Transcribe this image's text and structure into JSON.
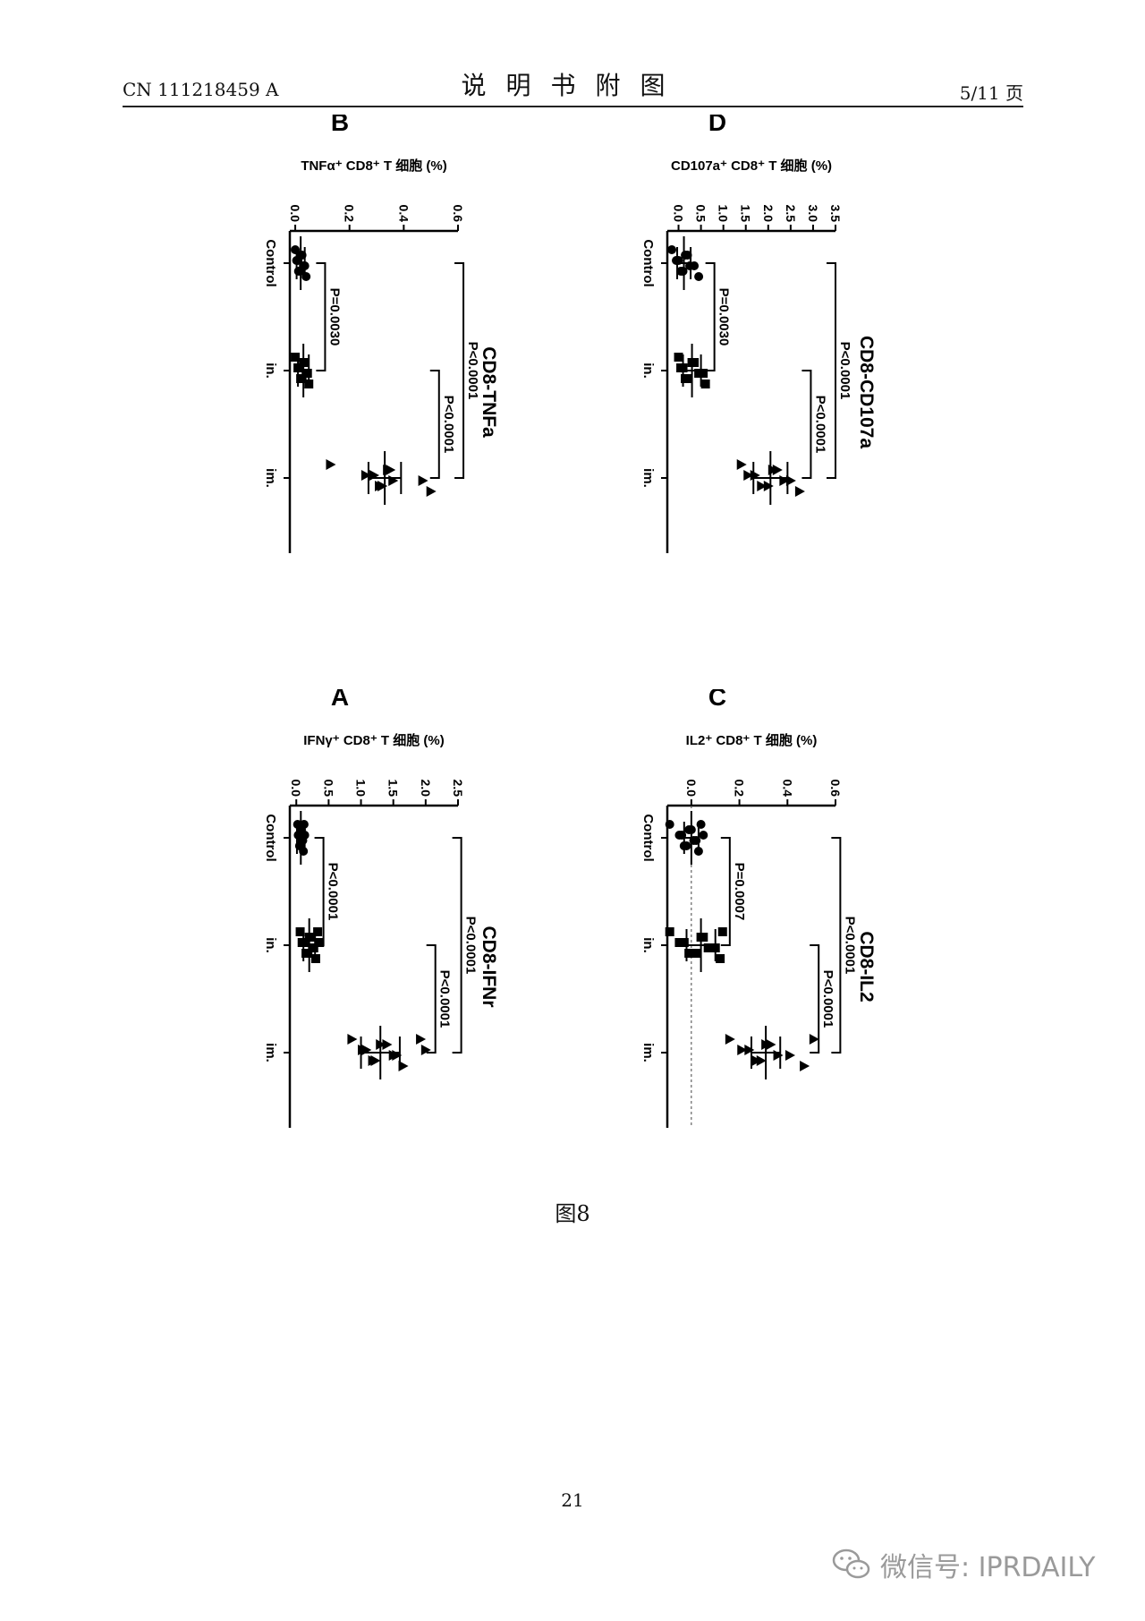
{
  "header": {
    "doc_number": "CN 111218459 A",
    "title": "说明书附图",
    "page_of": "5/11 页"
  },
  "caption": "图8",
  "page_number": "21",
  "watermark": {
    "text": "微信号: IPRDAILY",
    "icon": "wechat-icon",
    "color": "#9a9a9a"
  },
  "chart_data": [
    {
      "panel": "A",
      "type": "scatter",
      "title": "CD8-IFNr",
      "ylabel": "IFNγ⁺ CD8⁺ T 细胞 (%)",
      "ylim": [
        -0.1,
        2.5
      ],
      "yticks": [
        0.0,
        0.5,
        1.0,
        1.5,
        2.0,
        2.5
      ],
      "ytick_labels": [
        "0.0",
        "0.5",
        "1.0",
        "1.5",
        "2.0",
        "2.5"
      ],
      "categories": [
        "Control",
        "in.",
        "im."
      ],
      "zero_line": false,
      "series": [
        {
          "category": "Control",
          "marker": "circle",
          "values": [
            0.02,
            0.03,
            0.04,
            0.05,
            0.06,
            0.07,
            0.08,
            0.09,
            0.1,
            0.11,
            0.12,
            0.13
          ],
          "mean": 0.07,
          "sd": 0.06
        },
        {
          "category": "in.",
          "marker": "square",
          "values": [
            0.06,
            0.09,
            0.12,
            0.15,
            0.18,
            0.2,
            0.22,
            0.25,
            0.27,
            0.3,
            0.33,
            0.36
          ],
          "mean": 0.2,
          "sd": 0.09
        },
        {
          "category": "im.",
          "marker": "triangle",
          "values": [
            0.86,
            1.02,
            1.08,
            1.18,
            1.22,
            1.3,
            1.4,
            1.5,
            1.55,
            1.65,
            1.92,
            2.0
          ],
          "mean": 1.3,
          "sd": 0.3
        }
      ],
      "comparisons": [
        {
          "from": "Control",
          "to": "in.",
          "label": "P<0.0001",
          "level": 0.42
        },
        {
          "from": "in.",
          "to": "im.",
          "label": "P<0.0001",
          "level": 2.15
        },
        {
          "from": "Control",
          "to": "im.",
          "label": "P<0.0001",
          "level": 2.55
        }
      ]
    },
    {
      "panel": "B",
      "type": "scatter",
      "title": "CD8-TNFa",
      "ylabel": "TNFα⁺ CD8⁺ T 细胞 (%)",
      "ylim": [
        -0.02,
        0.6
      ],
      "yticks": [
        0.0,
        0.2,
        0.4,
        0.6
      ],
      "ytick_labels": [
        "0.0",
        "0.2",
        "0.4",
        "0.6"
      ],
      "categories": [
        "Control",
        "in.",
        "im."
      ],
      "zero_line": false,
      "series": [
        {
          "category": "Control",
          "marker": "circle",
          "values": [
            0.0,
            0.005,
            0.01,
            0.012,
            0.018,
            0.02,
            0.025,
            0.03,
            0.035,
            0.04
          ],
          "mean": 0.02,
          "sd": 0.015
        },
        {
          "category": "in.",
          "marker": "square",
          "values": [
            0.0,
            0.01,
            0.015,
            0.02,
            0.025,
            0.03,
            0.035,
            0.04,
            0.045,
            0.05
          ],
          "mean": 0.03,
          "sd": 0.02
        },
        {
          "category": "im.",
          "marker": "triangle",
          "values": [
            0.13,
            0.26,
            0.29,
            0.31,
            0.32,
            0.34,
            0.35,
            0.36,
            0.47,
            0.5
          ],
          "mean": 0.33,
          "sd": 0.06
        }
      ],
      "comparisons": [
        {
          "from": "Control",
          "to": "in.",
          "label": "P=0.0030",
          "level": 0.11
        },
        {
          "from": "in.",
          "to": "im.",
          "label": "P<0.0001",
          "level": 0.53
        },
        {
          "from": "Control",
          "to": "im.",
          "label": "P<0.0001",
          "level": 0.62
        }
      ]
    },
    {
      "panel": "C",
      "type": "scatter",
      "title": "CD8-IL2",
      "ylabel": "IL2⁺ CD8⁺ T 细胞 (%)",
      "ylim": [
        -0.1,
        0.6
      ],
      "yticks": [
        0.0,
        0.2,
        0.4,
        0.6
      ],
      "ytick_labels": [
        "0.0",
        "0.2",
        "0.4",
        "0.6"
      ],
      "categories": [
        "Control",
        "in.",
        "im."
      ],
      "zero_line": true,
      "series": [
        {
          "category": "Control",
          "marker": "circle",
          "values": [
            -0.09,
            -0.05,
            -0.04,
            -0.03,
            -0.02,
            -0.01,
            0.0,
            0.01,
            0.02,
            0.03,
            0.04,
            0.05
          ],
          "mean": 0.0,
          "sd": 0.03
        },
        {
          "category": "in.",
          "marker": "square",
          "values": [
            -0.09,
            -0.05,
            -0.03,
            -0.01,
            0.02,
            0.04,
            0.05,
            0.07,
            0.1,
            0.12,
            0.13
          ],
          "mean": 0.04,
          "sd": 0.06
        },
        {
          "category": "im.",
          "marker": "triangle",
          "values": [
            0.16,
            0.21,
            0.24,
            0.27,
            0.29,
            0.31,
            0.33,
            0.36,
            0.41,
            0.47,
            0.51
          ],
          "mean": 0.31,
          "sd": 0.06
        }
      ],
      "comparisons": [
        {
          "from": "Control",
          "to": "in.",
          "label": "P=0.0007",
          "level": 0.16
        },
        {
          "from": "in.",
          "to": "im.",
          "label": "P<0.0001",
          "level": 0.53
        },
        {
          "from": "Control",
          "to": "im.",
          "label": "P<0.0001",
          "level": 0.62
        }
      ]
    },
    {
      "panel": "D",
      "type": "scatter",
      "title": "CD8-CD107a",
      "ylabel": "CD107a⁺ CD8⁺ T 细胞 (%)",
      "ylim": [
        -0.25,
        3.5
      ],
      "yticks": [
        0.0,
        0.5,
        1.0,
        1.5,
        2.0,
        2.5,
        3.0,
        3.5
      ],
      "ytick_labels": [
        "0.0",
        "0.5",
        "1.0",
        "1.5",
        "2.0",
        "2.5",
        "3.0",
        "3.5"
      ],
      "categories": [
        "Control",
        "in.",
        "im."
      ],
      "zero_line": false,
      "series": [
        {
          "category": "Control",
          "marker": "circle",
          "values": [
            -0.15,
            -0.05,
            0.0,
            0.05,
            0.1,
            0.15,
            0.2,
            0.25,
            0.35,
            0.45
          ],
          "mean": 0.12,
          "sd": 0.15
        },
        {
          "category": "in.",
          "marker": "square",
          "values": [
            0.0,
            0.05,
            0.1,
            0.15,
            0.2,
            0.3,
            0.35,
            0.45,
            0.55,
            0.6
          ],
          "mean": 0.3,
          "sd": 0.2
        },
        {
          "category": "im.",
          "marker": "triangle",
          "values": [
            1.4,
            1.55,
            1.7,
            1.85,
            2.0,
            2.1,
            2.2,
            2.35,
            2.5,
            2.7
          ],
          "mean": 2.05,
          "sd": 0.38
        }
      ],
      "comparisons": [
        {
          "from": "Control",
          "to": "in.",
          "label": "P=0.0030",
          "level": 0.8
        },
        {
          "from": "in.",
          "to": "im.",
          "label": "P<0.0001",
          "level": 2.95
        },
        {
          "from": "Control",
          "to": "im.",
          "label": "P<0.0001",
          "level": 3.5
        }
      ]
    }
  ]
}
